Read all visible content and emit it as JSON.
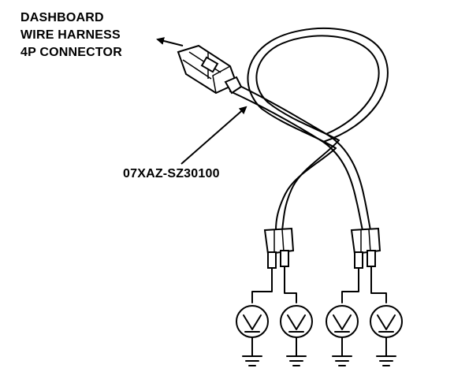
{
  "callout": {
    "line1": "DASHBOARD",
    "line2": "WIRE HARNESS",
    "line3": "4P CONNECTOR"
  },
  "part_number": "07XAZ-SZ30100",
  "colors": {
    "ink": "#000000",
    "background": "#ffffff"
  }
}
